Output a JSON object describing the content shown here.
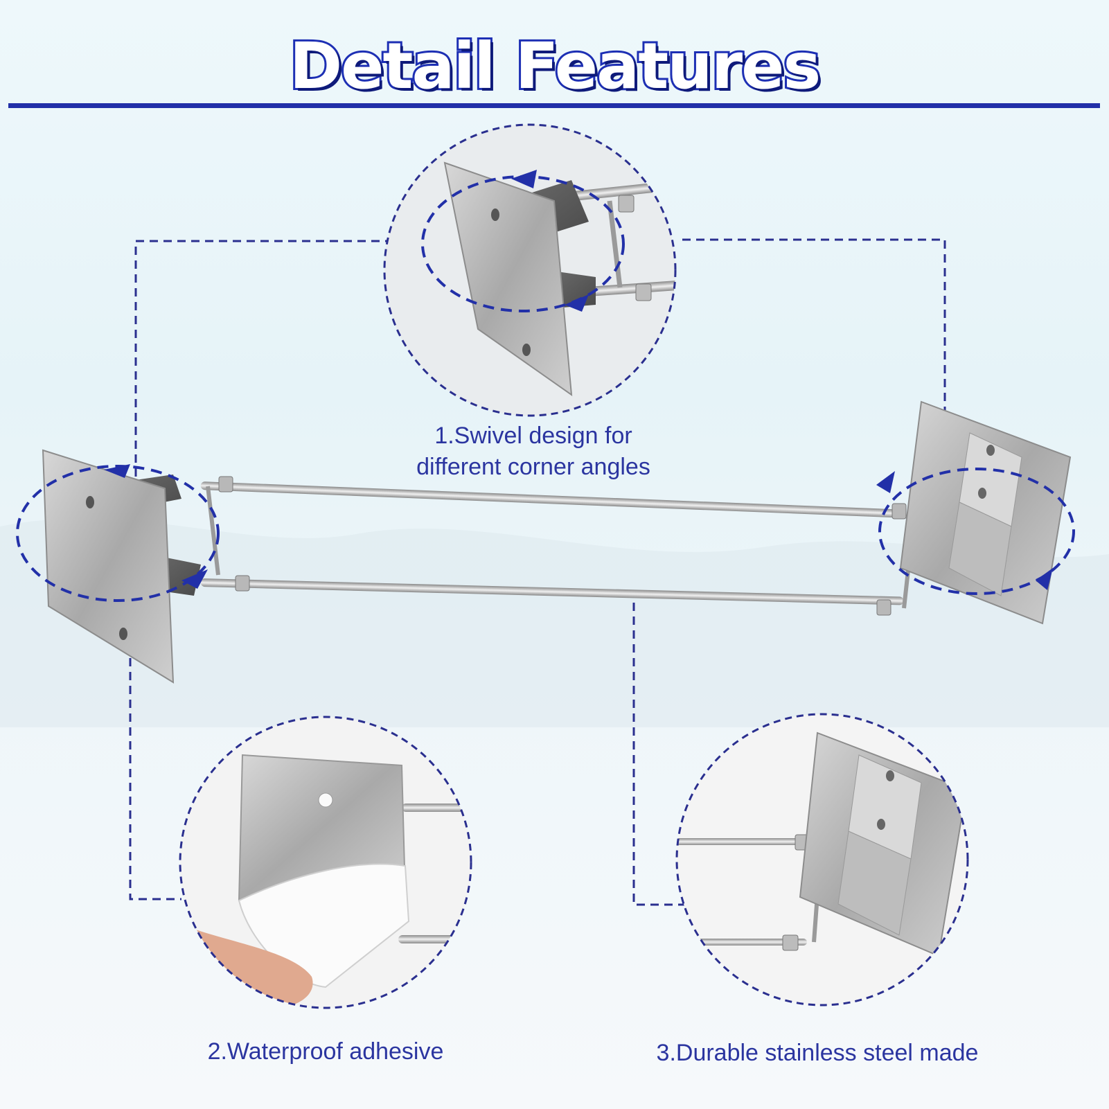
{
  "title": "Detail Features",
  "features": [
    {
      "label": "1.Swivel design for",
      "label2": "different corner angles"
    },
    {
      "label": "2.Waterproof adhesive"
    },
    {
      "label": "3.Durable stainless steel made"
    }
  ],
  "colors": {
    "accent": "#2230a8",
    "title_fill": "#ffffff",
    "dash": "#2a2f8f"
  }
}
